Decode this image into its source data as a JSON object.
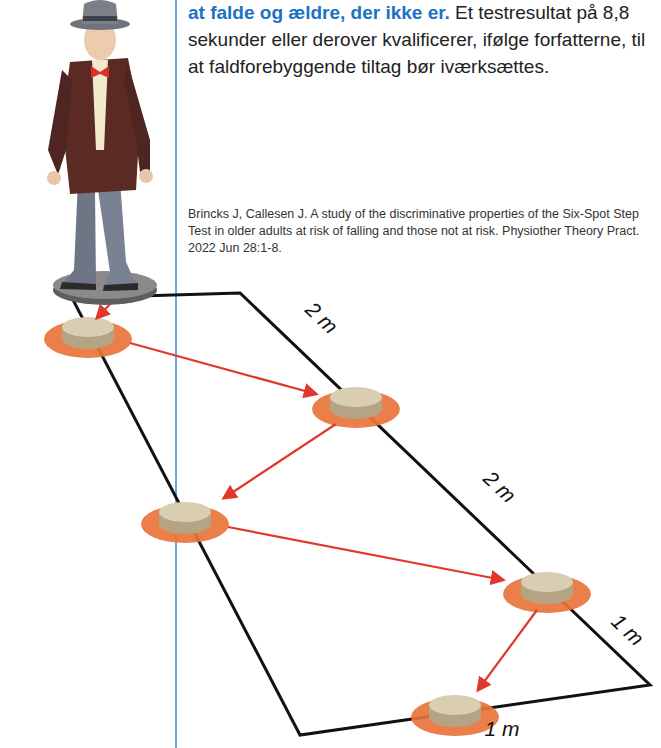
{
  "diagram": {
    "labels": [
      "at falde og ældre, der ikke er.",
      "Et testresultat på 8,8 sekunder eller derover kvalificerer, ifølge forfatterne, til at faldforebyggende tiltag bør iværksættes.",
      "Brincks J, Callesen J. A study of the discriminative properties of the Six-Spot Step Test in older adults at risk of falling and those not at risk. Physiother Theory Pract. 2022 Jun 28:1-8.",
      "2 m",
      "2 m",
      "1 m",
      "1 m"
    ]
  }
}
